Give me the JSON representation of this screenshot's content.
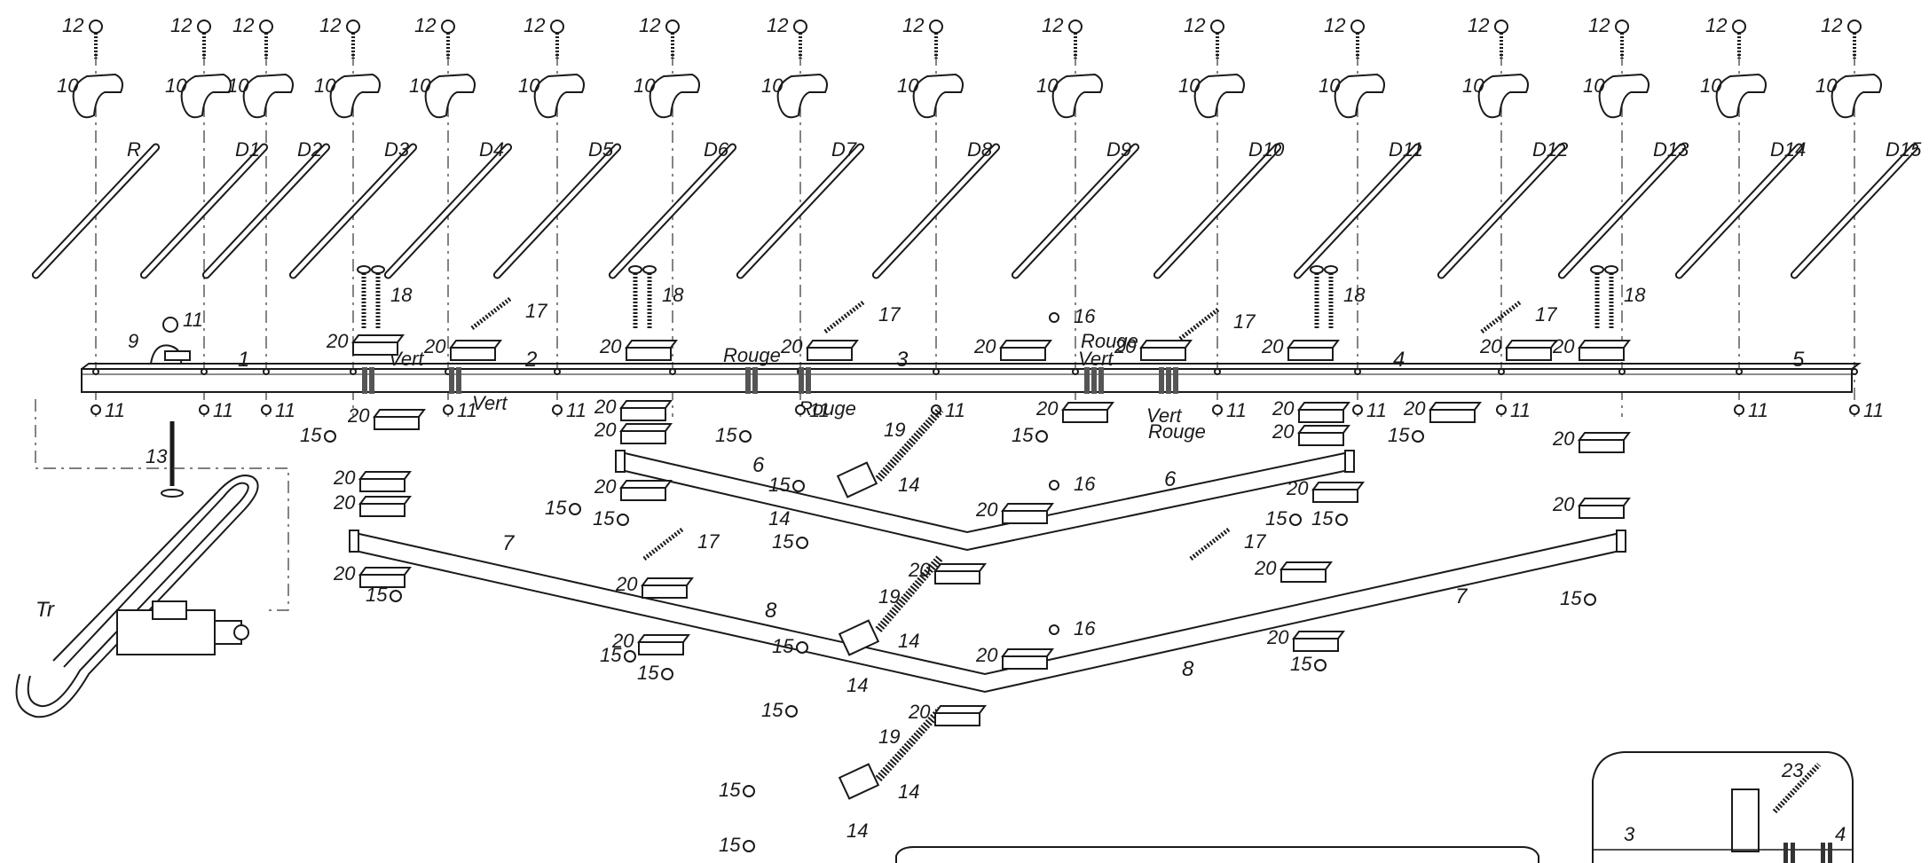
{
  "elements": {
    "element_names": [
      "R",
      "D1",
      "D2",
      "D3",
      "D4",
      "D5",
      "D6",
      "D7",
      "D8",
      "D9",
      "D10",
      "D11",
      "D12",
      "D13",
      "D14",
      "D15"
    ]
  },
  "part_numbers": {
    "screw": "12",
    "clip": "10",
    "nut": "11",
    "clamp_plate": "20",
    "bolt_long": "18",
    "bolt_short": "17",
    "bolt_mid": "16",
    "nut_pair": "15",
    "coupler": "14",
    "spring": "19",
    "mast_bolt": "13",
    "small_clamp": "9",
    "transformer": "Tr",
    "inset_part": "23"
  },
  "boom_sections": [
    "1",
    "2",
    "3",
    "4",
    "5"
  ],
  "phasing_lines": [
    "6",
    "7",
    "8"
  ],
  "color_labels": {
    "green": "Vert",
    "red": "Rouge"
  },
  "inset_labels": [
    "3",
    "4"
  ]
}
